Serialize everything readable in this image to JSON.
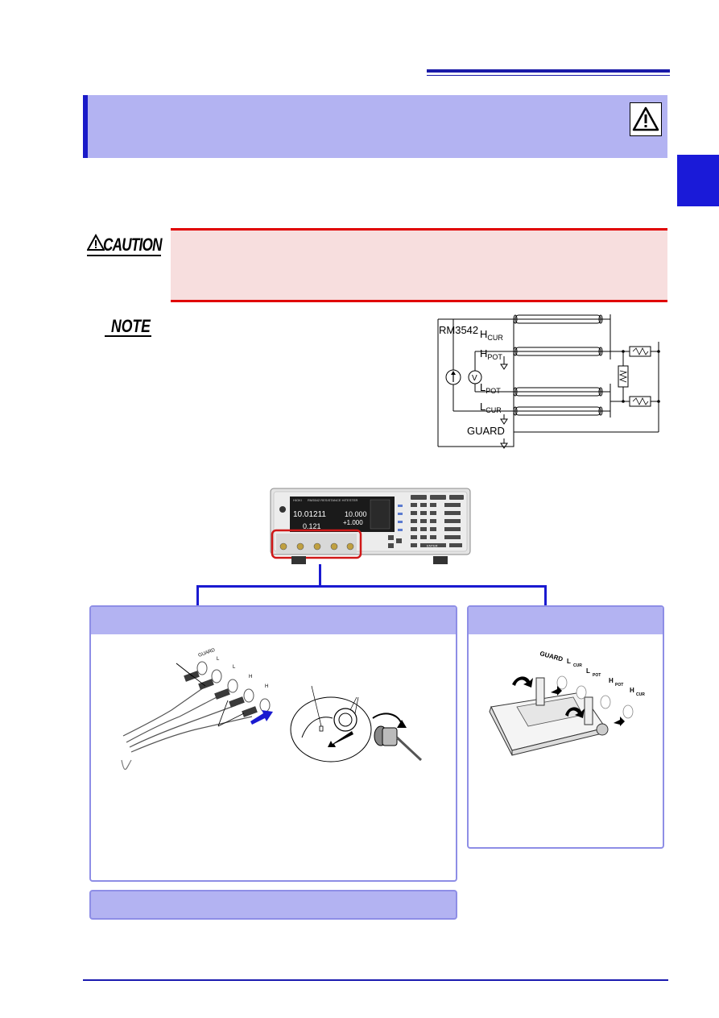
{
  "caution_label": "CAUTION",
  "note_label": "NOTE",
  "circuit": {
    "model": "RM3542",
    "h_cur": {
      "main": "H",
      "sub": "CUR"
    },
    "h_pot": {
      "main": "H",
      "sub": "POT"
    },
    "l_pot": {
      "main": "L",
      "sub": "POT"
    },
    "l_cur": {
      "main": "L",
      "sub": "CUR"
    },
    "guard": "GUARD",
    "voltmeter": "V"
  },
  "instrument": {
    "brand": "HIOKI",
    "model_line": "RM3542  RESISTANCE HITESTER",
    "reading_1": "10.01211",
    "reading_2": "0.121",
    "ref_value": "10.000",
    "upper_value": "+1.000",
    "enter_key": "ENTER"
  },
  "probe_labels": {
    "guard": "GUARD",
    "l_cur": "L",
    "l_pot": "L",
    "h_pot": "H",
    "h_cur": "H",
    "cur": "CUR",
    "pot": "POT"
  },
  "colors": {
    "accent_blue": "#1a1ad8",
    "banner_fill": "#b3b3f2",
    "caution_red": "#e00000",
    "caution_fill": "#f7dede"
  }
}
